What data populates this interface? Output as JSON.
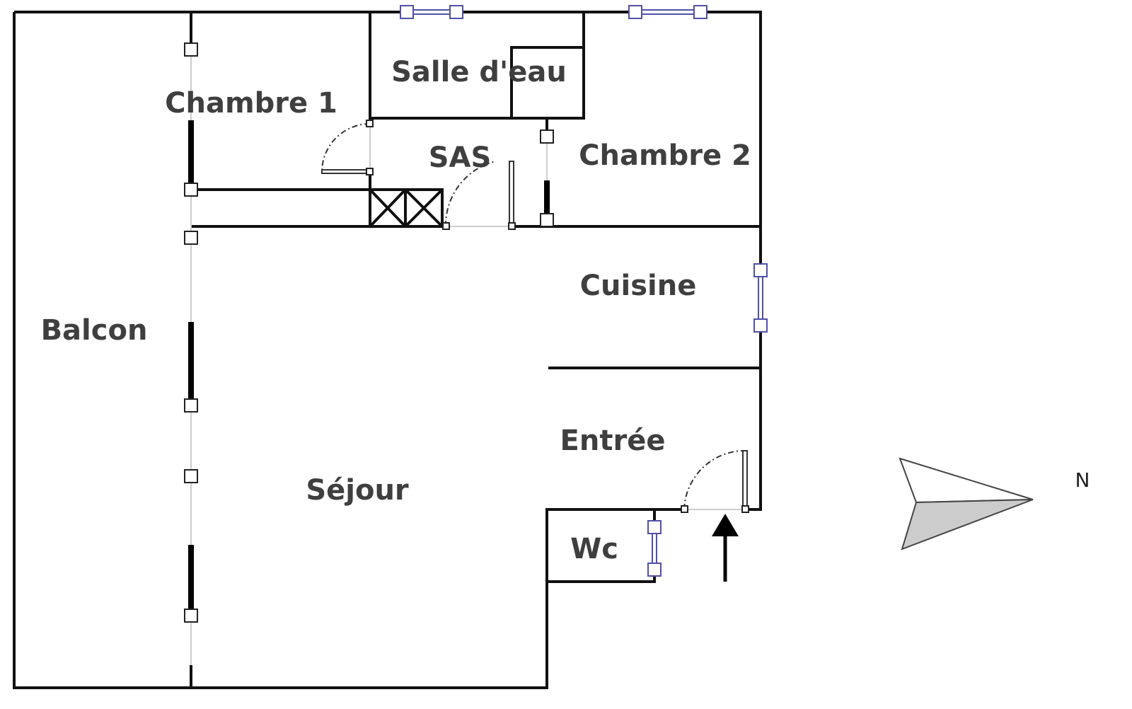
{
  "rooms": {
    "chambre1": "Chambre 1",
    "salle_deau": "Salle d'eau",
    "sas": "SAS",
    "chambre2": "Chambre 2",
    "cuisine": "Cuisine",
    "balcon": "Balcon",
    "sejour": "Séjour",
    "entree": "Entrée",
    "wc": "Wc"
  },
  "compass": {
    "label": "N"
  }
}
